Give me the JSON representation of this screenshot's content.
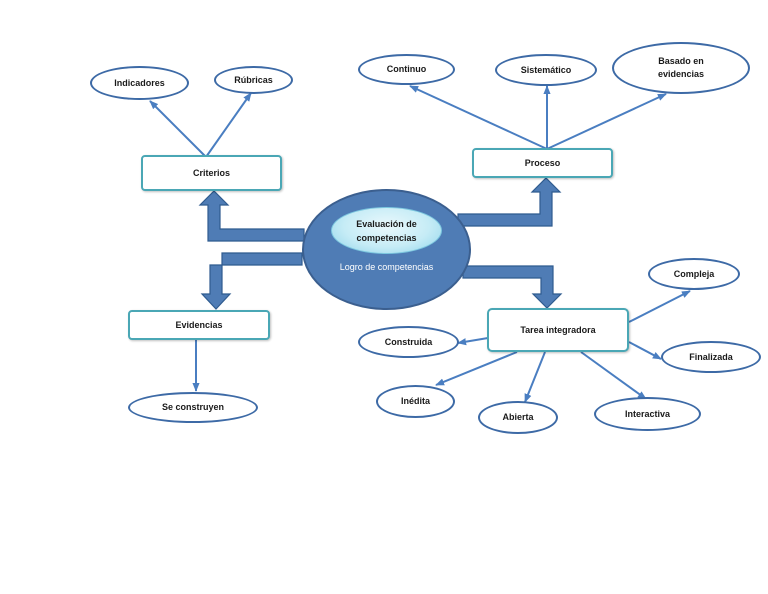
{
  "colors": {
    "arrow_line": "#4a7ec1",
    "block_arrow": "#4f7cb5",
    "oval_border": "#3d6aa6",
    "box_border": "#4aa7b5",
    "center_fill": "#4f7cb5",
    "inner_fill": "#c6ecf6"
  },
  "center": {
    "inner_line1": "Evaluación de",
    "inner_line2": "competencias",
    "outer_label": "Logro de competencias"
  },
  "criterios": {
    "label": "Criterios",
    "children": [
      "Indicadores",
      "Rúbricas"
    ]
  },
  "proceso": {
    "label": "Proceso",
    "children": [
      "Continuo",
      "Sistemático"
    ],
    "basado_line1": "Basado en",
    "basado_line2": "evidencias"
  },
  "evidencias": {
    "label": "Evidencias",
    "child": "Se construyen"
  },
  "tarea": {
    "label": "Tarea integradora",
    "children": [
      "Compleja",
      "Finalizada",
      "Construida",
      "Inédita",
      "Abierta",
      "Interactiva"
    ]
  }
}
